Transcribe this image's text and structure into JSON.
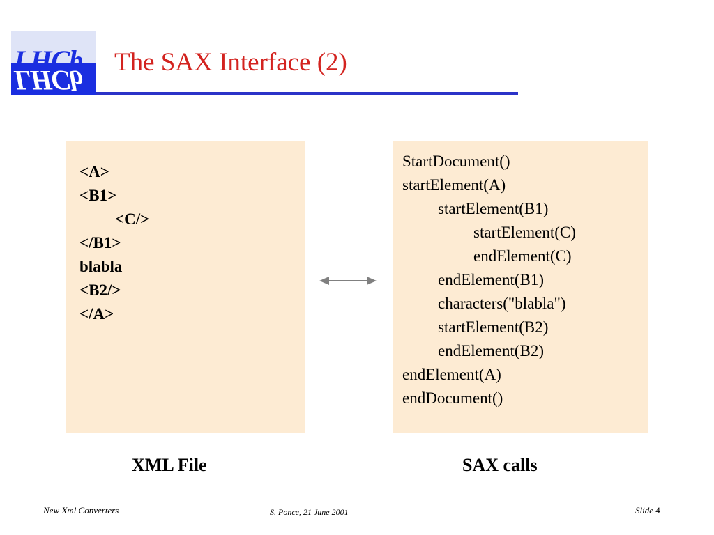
{
  "header": {
    "logo_text": "LHCb",
    "title": "The SAX Interface (2)"
  },
  "xml_panel": {
    "lines": [
      "<A>",
      "<B1>",
      "<C/>",
      "</B1>",
      "blabla",
      "<B2/>",
      "</A>"
    ],
    "caption": "XML File"
  },
  "sax_panel": {
    "lines": [
      "StartDocument()",
      "startElement(A)",
      "startElement(B1)",
      "startElement(C)",
      "endElement(C)",
      "endElement(B1)",
      "characters(\"blabla\")",
      "startElement(B2)",
      "endElement(B2)",
      "endElement(A)",
      "endDocument()"
    ],
    "caption": "SAX calls"
  },
  "arrow": {
    "icon": "double-arrow-icon",
    "color": "#808080"
  },
  "colors": {
    "title": "#d3231f",
    "rule": "#2b33c8",
    "panel_bg": "#fdebd3",
    "logo": "#1a2ee0"
  },
  "footer": {
    "left": "New Xml Converters",
    "center": "S. Ponce,  21 June 2001",
    "slide_label": "Slide",
    "slide_number": "4"
  }
}
